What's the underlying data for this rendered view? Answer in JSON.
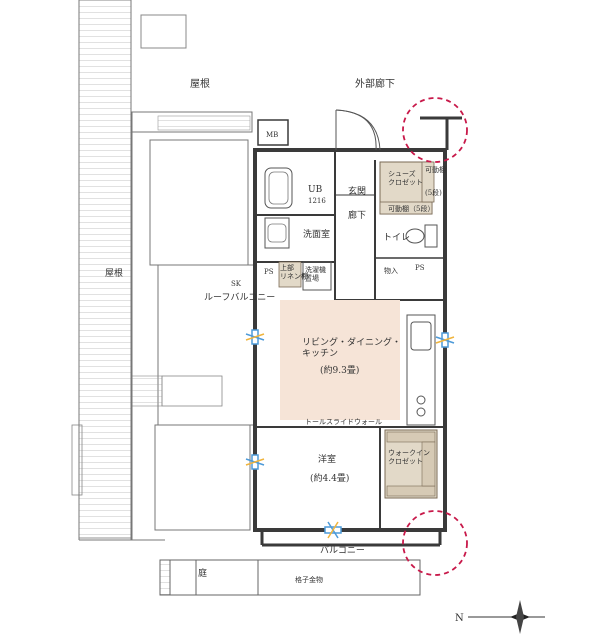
{
  "labels": {
    "roof_top": "屋根",
    "roof_left": "屋根",
    "corridor": "外部廊下",
    "mb": "MB",
    "ub": "UB",
    "ub_size": "1216",
    "entrance": "玄関",
    "hallway": "廊下",
    "shoes_closet": "シューズ\nクロゼット",
    "shelf_l": "可動棚",
    "shelf_r": "(5段)",
    "shelf_bottom": "可動棚（5段）",
    "washroom": "洗面室",
    "toilet": "トイレ",
    "storage": "物入",
    "ps_left": "PS",
    "ps_right": "PS",
    "sk": "SK",
    "upper_linen": "上部\nリネン棚",
    "washer": "洗濯機\n置場",
    "roof_balcony": "ルーフバルコニー",
    "living": "リビング・ダイニング・\nキッチン",
    "living_size": "(約9.3畳)",
    "tall_wall": "トールスライドウォール",
    "western": "洋室",
    "western_size": "(約4.4畳)",
    "walkin": "ウォークイン\nクロゼット",
    "balcony": "バルコニー",
    "garden": "庭",
    "handrail": "格子金物",
    "north": "N"
  },
  "colors": {
    "living_floor": "#f6e4d7",
    "closet_fill": "#e2d9c8",
    "highlight": "#c8194a",
    "wall": "#3a3a3a",
    "window": "#4d9ad8",
    "window_accent": "#f0b43c"
  },
  "icons": [
    "compass-icon",
    "window-icon"
  ]
}
